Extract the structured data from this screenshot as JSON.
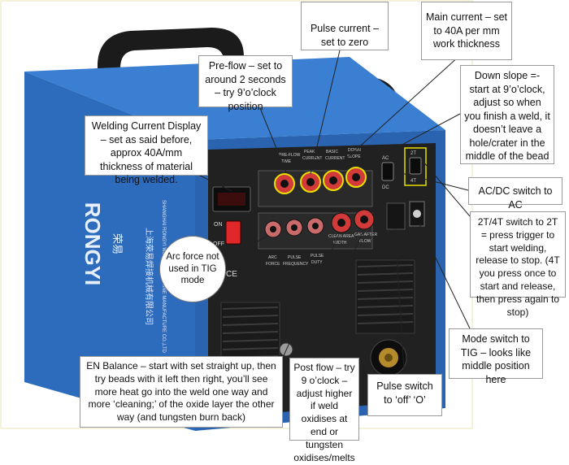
{
  "photo": {
    "subject": "TIG welding machine",
    "brand_logo": "RONGYI",
    "brand_chinese": "荣易",
    "side_text": "上海荣易焊接机械有限公司",
    "side_text_en": "SHANGHAI RONGYI WELDING MACHINE MANUFACTURE CO.,LTD",
    "panel_labels": {
      "pre_flow": "PRE-FLOW",
      "time": "TIME",
      "peak": "PEAK",
      "current": "CURRENT",
      "basic": "BASIC",
      "basic_current": "CURRENT",
      "down": "DOWN",
      "slope": "SLOPE",
      "arc": "ARC",
      "force": "FORCE",
      "pulse1": "PULSE",
      "frequency": "FREQUENCY",
      "pulse2": "PULSE",
      "duty": "DUTY",
      "clean_area": "CLEAN AREA",
      "width": "WIDTH",
      "gas_after": "GAS AFTER",
      "flow": "FLOW",
      "ac": "AC",
      "dc": "DC",
      "two_t": "2T",
      "four_t": "4T",
      "on": "ON",
      "off": "OFF",
      "ce": "CE"
    },
    "colors": {
      "casing_blue": "#2f6fc0",
      "casing_dark_blue": "#1f4f94",
      "panel_black": "#202020",
      "knob_red": "#d23a3a",
      "switch_red": "#e0282a",
      "highlight_yellow": "#e8e000"
    }
  },
  "callouts": {
    "pulse_current": "Pulse current – set to zero",
    "main_current": "Main current – set to 40A per mm work thickness",
    "pre_flow": "Pre-flow – set to around 2 seconds – try 9’o’clock position",
    "down_slope": "Down slope =- start at 9’o’clock, adjust so when you finish a weld, it doesn’t leave a hole/crater in the middle of the bead",
    "welding_display": "Welding Current Display – set as said before, approx 40A/mm thickness of material being welded.",
    "ac_dc": "AC/DC switch to AC",
    "two_t_four_t": "2T/4T switch to 2T = press trigger to start welding, release to stop.  (4T you press once to start and release, then press again to stop)",
    "arc_force": "Arc force not used in TIG mode",
    "en_balance": "EN Balance – start with set straight up, then try beads with it left then right, you’ll see more heat go into the weld one way and more ‘cleaning;’ of the oxide layer the other way (and tungsten burn back)",
    "post_flow": "Post flow – try 9 o’clock – adjust higher if weld oxidises at end or tungsten oxidises/melts",
    "pulse_switch": "Pulse switch to ‘off’ ‘O’",
    "mode_switch": "Mode switch to TIG – looks like middle position here"
  }
}
